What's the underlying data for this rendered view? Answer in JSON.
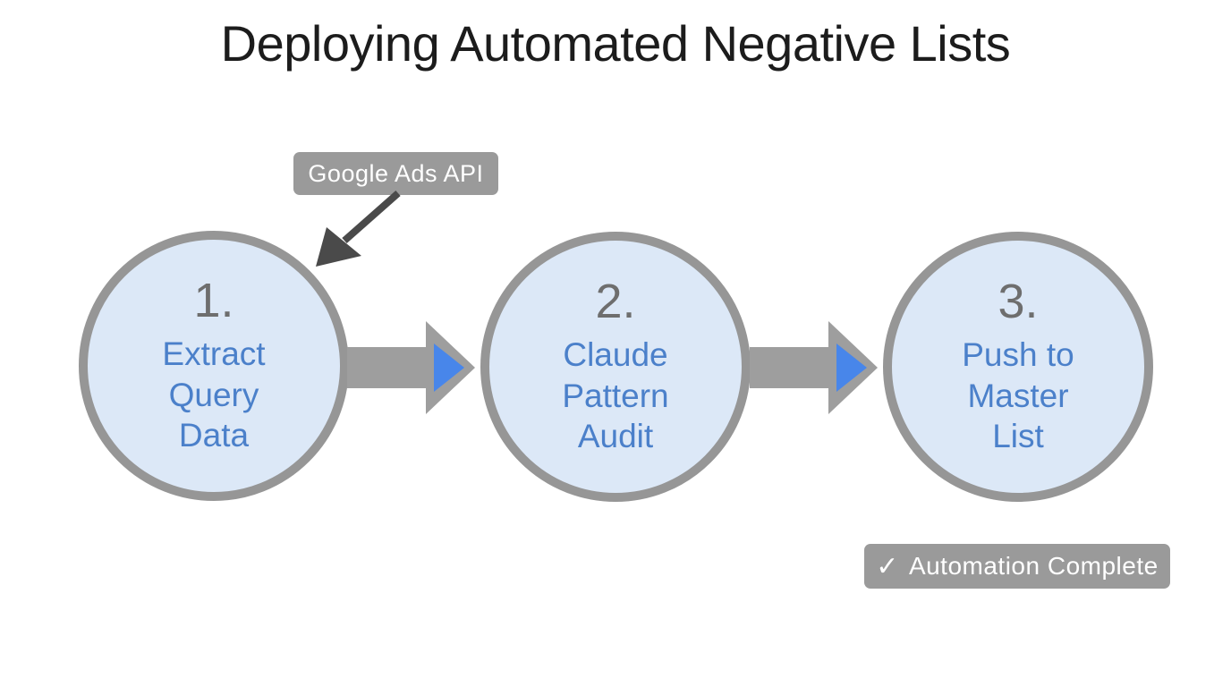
{
  "title": "Deploying Automated Negative Lists",
  "api_callout": {
    "label": "Google Ads API"
  },
  "steps": [
    {
      "number": "1.",
      "label": "Extract\nQuery\nData"
    },
    {
      "number": "2.",
      "label": "Claude\nPattern\nAudit"
    },
    {
      "number": "3.",
      "label": "Push to\nMaster\nList"
    }
  ],
  "completion": {
    "check": "✓",
    "label": "Automation Complete"
  },
  "colors": {
    "background": "#ffffff",
    "title_text": "#1c1c1c",
    "badge_bg": "#9a9a9a",
    "badge_text": "#ffffff",
    "circle_fill": "#dce8f7",
    "circle_border": "#969696",
    "step_number": "#6e6e6e",
    "step_text": "#4b80ca",
    "connector_gray": "#9e9e9e",
    "arrowhead_blue": "#4886ea",
    "callout_arrow": "#4a4a4a"
  }
}
